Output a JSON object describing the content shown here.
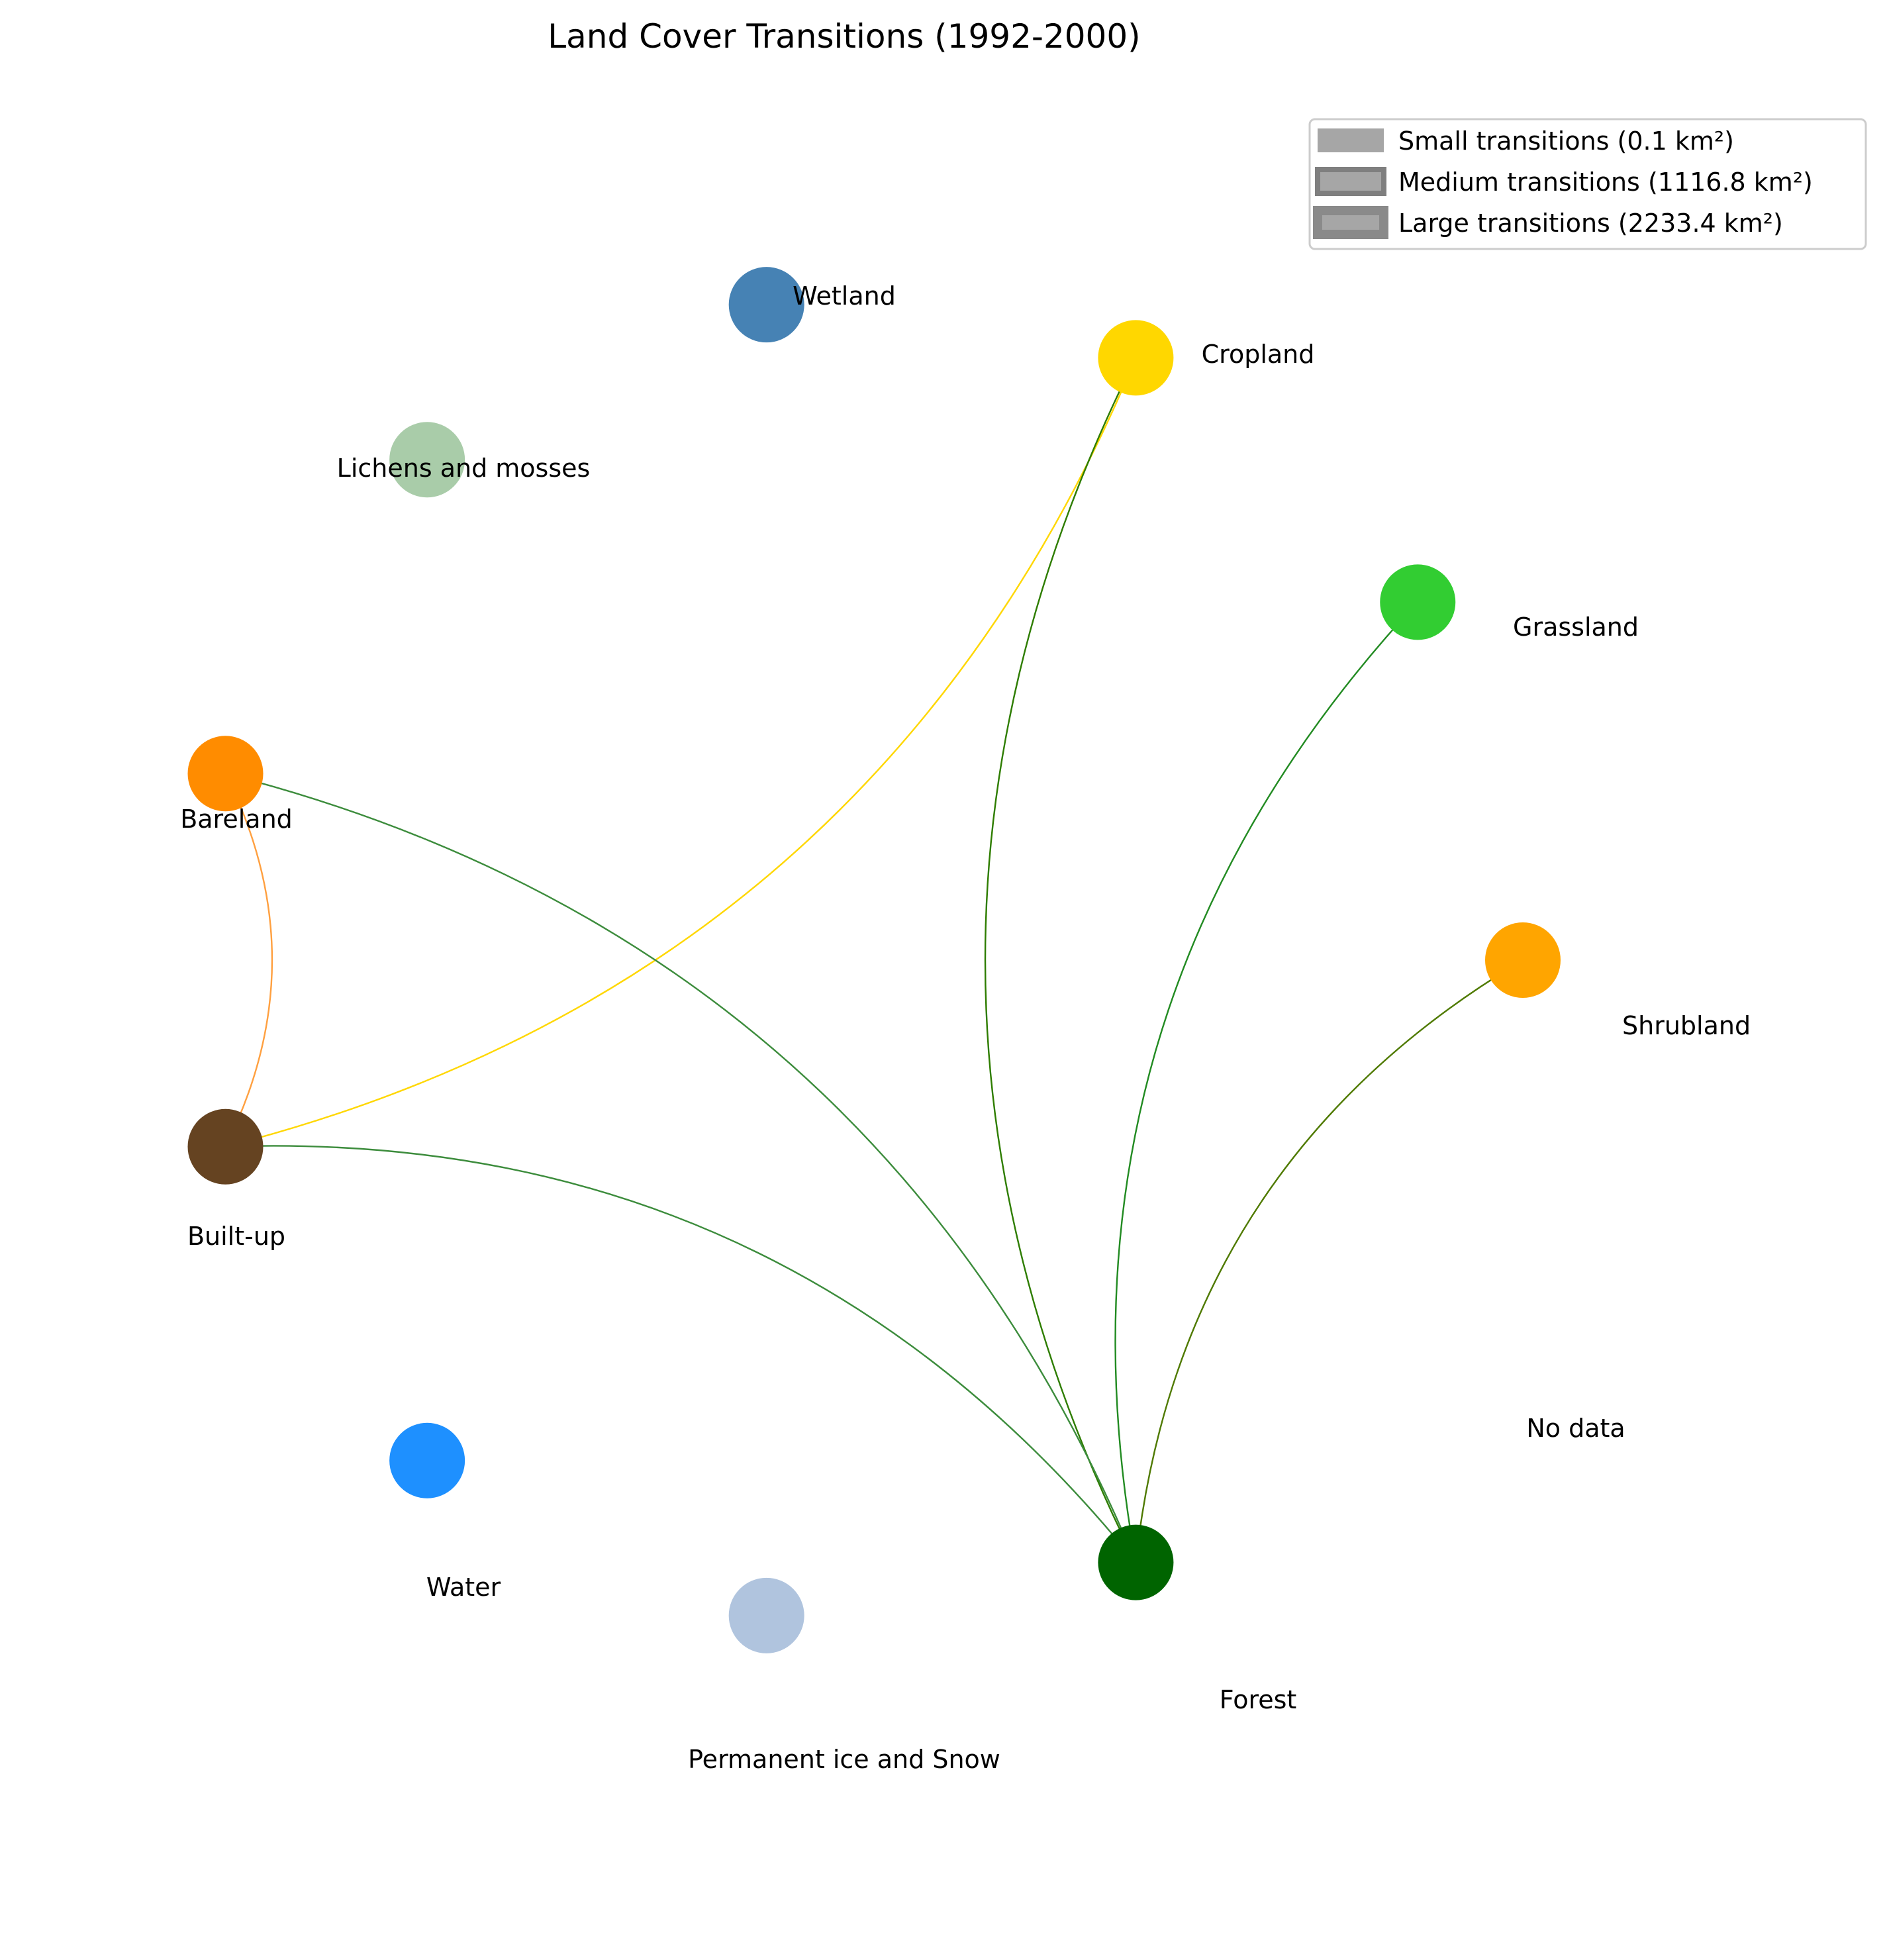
{
  "title": "Land Cover Transitions (1992-2000)",
  "legend": {
    "items": [
      {
        "label": "Small transitions (0.1 km²)",
        "size": "small"
      },
      {
        "label": "Medium transitions (1116.8 km²)",
        "size": "medium"
      },
      {
        "label": "Large transitions (2233.4 km²)",
        "size": "large"
      }
    ],
    "swatch_color": "#a6a6a6",
    "placement": "top-right"
  },
  "nodes": [
    {
      "id": "shrubland",
      "label": "Shrubland",
      "color": "#ffa500",
      "drawn": true
    },
    {
      "id": "grassland",
      "label": "Grassland",
      "color": "#32cd32",
      "drawn": true
    },
    {
      "id": "cropland",
      "label": "Cropland",
      "color": "#ffd700",
      "drawn": true
    },
    {
      "id": "wetland",
      "label": "Wetland",
      "color": "#4682b4",
      "drawn": true
    },
    {
      "id": "lichens",
      "label": "Lichens and mosses",
      "color": "#a9cca9",
      "drawn": true
    },
    {
      "id": "bareland",
      "label": "Bareland",
      "color": "#ff8c00",
      "drawn": true
    },
    {
      "id": "builtup",
      "label": "Built-up",
      "color": "#654321",
      "drawn": true
    },
    {
      "id": "water",
      "label": "Water",
      "color": "#1e90ff",
      "drawn": true
    },
    {
      "id": "ice",
      "label": "Permanent ice and Snow",
      "color": "#b0c4de",
      "drawn": true
    },
    {
      "id": "forest",
      "label": "Forest",
      "color": "#006400",
      "drawn": true
    },
    {
      "id": "nodata",
      "label": "No data",
      "color": "#ffffff",
      "drawn": false
    }
  ],
  "edges": [
    {
      "from": "cropland",
      "to": "builtup",
      "color": "#ffd700"
    },
    {
      "from": "cropland",
      "to": "forest",
      "color": "#2e7d00"
    },
    {
      "from": "grassland",
      "to": "forest",
      "color": "#228b22"
    },
    {
      "from": "shrubland",
      "to": "forest",
      "color": "#4f7a00"
    },
    {
      "from": "bareland",
      "to": "builtup",
      "color": "#ffa040"
    },
    {
      "from": "bareland",
      "to": "forest",
      "color": "#3c8c3c"
    },
    {
      "from": "builtup",
      "to": "forest",
      "color": "#3c8c3c"
    }
  ]
}
